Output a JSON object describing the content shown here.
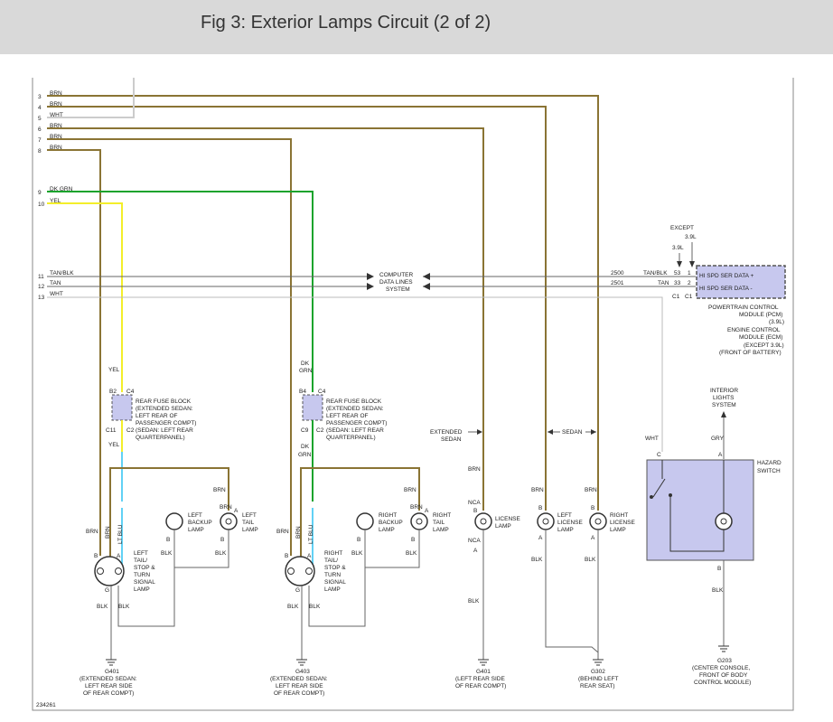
{
  "header": {
    "title": "Fig 3: Exterior Lamps Circuit (2 of 2)"
  },
  "colors": {
    "brn": "#8a7434",
    "wht": "#cccccc",
    "grn": "#19a32c",
    "yel": "#f3ee2a",
    "ltblu": "#61d1f5",
    "blk": "#555555",
    "component": "#c7c8ee",
    "header_bg": "#d9d9d9"
  },
  "wires": {
    "left_labels": [
      {
        "num": "3",
        "color": "BRN"
      },
      {
        "num": "4",
        "color": "BRN"
      },
      {
        "num": "5",
        "color": "WHT"
      },
      {
        "num": "6",
        "color": "BRN"
      },
      {
        "num": "7",
        "color": "BRN"
      },
      {
        "num": "8",
        "color": "BRN"
      },
      {
        "num": "9",
        "color": "DK GRN"
      },
      {
        "num": "10",
        "color": "YEL"
      },
      {
        "num": "11",
        "color": "TAN/BLK"
      },
      {
        "num": "12",
        "color": "TAN"
      },
      {
        "num": "13",
        "color": "WHT"
      }
    ]
  },
  "data_lines": {
    "system": [
      "COMPUTER",
      "DATA LINES",
      "SYSTEM"
    ],
    "circuit_2500": "2500",
    "circuit_2501": "2501",
    "wire_tanblk": "TAN/BLK",
    "wire_tan": "TAN",
    "pin_53": "53",
    "pin_33": "33",
    "pin_1": "1",
    "pin_2": "2",
    "c1_a": "C1",
    "c1_b": "C1"
  },
  "pcm": {
    "except": "EXCEPT",
    "v39_a": "3.9L",
    "v39_b": "3.9L",
    "hi_plus": "HI SPD SER DATA +",
    "hi_minus": "HI SPD SER DATA -",
    "caption": [
      "POWERTRAIN CONTROL",
      "MODULE (PCM)",
      "(3.9L)",
      "ENGINE CONTROL",
      "MODULE (ECM)",
      "(EXCEPT 3.9L)",
      "(FRONT OF BATTERY)"
    ]
  },
  "left_fuse": {
    "wire_in": "YEL",
    "b2": "B2",
    "c4": "C4",
    "c11": "C11",
    "c2": "C2",
    "wire_out": "YEL",
    "caption": [
      "REAR FUSE BLOCK",
      "(EXTENDED SEDAN:",
      "LEFT REAR OF",
      "PASSENGER COMPT)",
      "(SEDAN: LEFT REAR",
      "QUARTERPANEL)"
    ]
  },
  "right_fuse": {
    "wire_in": [
      "DK",
      "GRN"
    ],
    "b4": "B4",
    "c4": "C4",
    "c9": "C9",
    "c2": "C2",
    "wire_out": [
      "DK",
      "GRN"
    ],
    "caption": [
      "REAR FUSE BLOCK",
      "(EXTENDED SEDAN:",
      "LEFT REAR OF",
      "PASSENGER COMPT)",
      "(SEDAN: LEFT REAR",
      "QUARTERPANEL)"
    ]
  },
  "left_group": {
    "brn_v": "BRN",
    "brn_v2": "BRN",
    "ltblu": "LT BLU",
    "brn_side": "BRN",
    "stop_lamp": [
      "LEFT",
      "TAIL/",
      "STOP &",
      "TURN",
      "SIGNAL",
      "LAMP"
    ],
    "backup_lamp": [
      "LEFT",
      "BACKUP",
      "LAMP"
    ],
    "tail_lamp": [
      "LEFT",
      "TAIL",
      "LAMP"
    ],
    "brn_tail": "BRN",
    "b1": "B",
    "a1": "A",
    "g1": "G",
    "b2": "B",
    "b3": "B",
    "a3": "A",
    "blk1": "BLK",
    "blk2": "BLK",
    "blk3": "BLK",
    "blk4": "BLK",
    "ground": [
      "G401",
      "(EXTENDED SEDAN:",
      "LEFT REAR SIDE",
      "OF REAR COMPT)"
    ]
  },
  "right_group": {
    "brn_v": "BRN",
    "brn_v2": "BRN",
    "ltblu": "LT BLU",
    "brn_side": "BRN",
    "stop_lamp": [
      "RIGHT",
      "TAIL/",
      "STOP &",
      "TURN",
      "SIGNAL",
      "LAMP"
    ],
    "backup_lamp": [
      "RIGHT",
      "BACKUP",
      "LAMP"
    ],
    "tail_lamp": [
      "RIGHT",
      "TAIL",
      "LAMP"
    ],
    "brn_tail": "BRN",
    "b1": "B",
    "a1": "A",
    "g1": "G",
    "b2": "B",
    "b3": "B",
    "a3": "A",
    "blk1": "BLK",
    "blk2": "BLK",
    "blk3": "BLK",
    "blk4": "BLK",
    "ground": [
      "G403",
      "(EXTENDED SEDAN:",
      "LEFT REAR SIDE",
      "OF REAR COMPT)"
    ]
  },
  "license_ext": {
    "extended": [
      "EXTENDED",
      "SEDAN"
    ],
    "brn": "BRN",
    "nca1": "NCA",
    "b": "B",
    "lamp": [
      "LICENSE",
      "LAMP"
    ],
    "nca2": "NCA",
    "a": "A",
    "blk": "BLK",
    "ground": [
      "G401",
      "(LEFT REAR SIDE",
      "OF REAR COMPT)"
    ]
  },
  "license_sedan": {
    "sedan": "SEDAN",
    "brn_l": "BRN",
    "brn_r": "BRN",
    "b_l": "B",
    "a_l": "A",
    "b_r": "B",
    "a_r": "A",
    "left_lamp": [
      "LEFT",
      "LICENSE",
      "LAMP"
    ],
    "right_lamp": [
      "RIGHT",
      "LICENSE",
      "LAMP"
    ],
    "blk_l": "BLK",
    "blk_r": "BLK",
    "ground": [
      "G302",
      "(BEHIND LEFT",
      "REAR SEAT)"
    ]
  },
  "hazard": {
    "interior": [
      "INTERIOR",
      "LIGHTS",
      "SYSTEM"
    ],
    "wht": "WHT",
    "gry": "GRY",
    "c": "C",
    "a": "A",
    "label": [
      "HAZARD",
      "SWITCH"
    ],
    "b": "B",
    "blk": "BLK",
    "ground": [
      "G203",
      "(CENTER CONSOLE,",
      "FRONT OF BODY",
      "CONTROL MODULE)"
    ]
  },
  "footer": {
    "id": "234261"
  }
}
